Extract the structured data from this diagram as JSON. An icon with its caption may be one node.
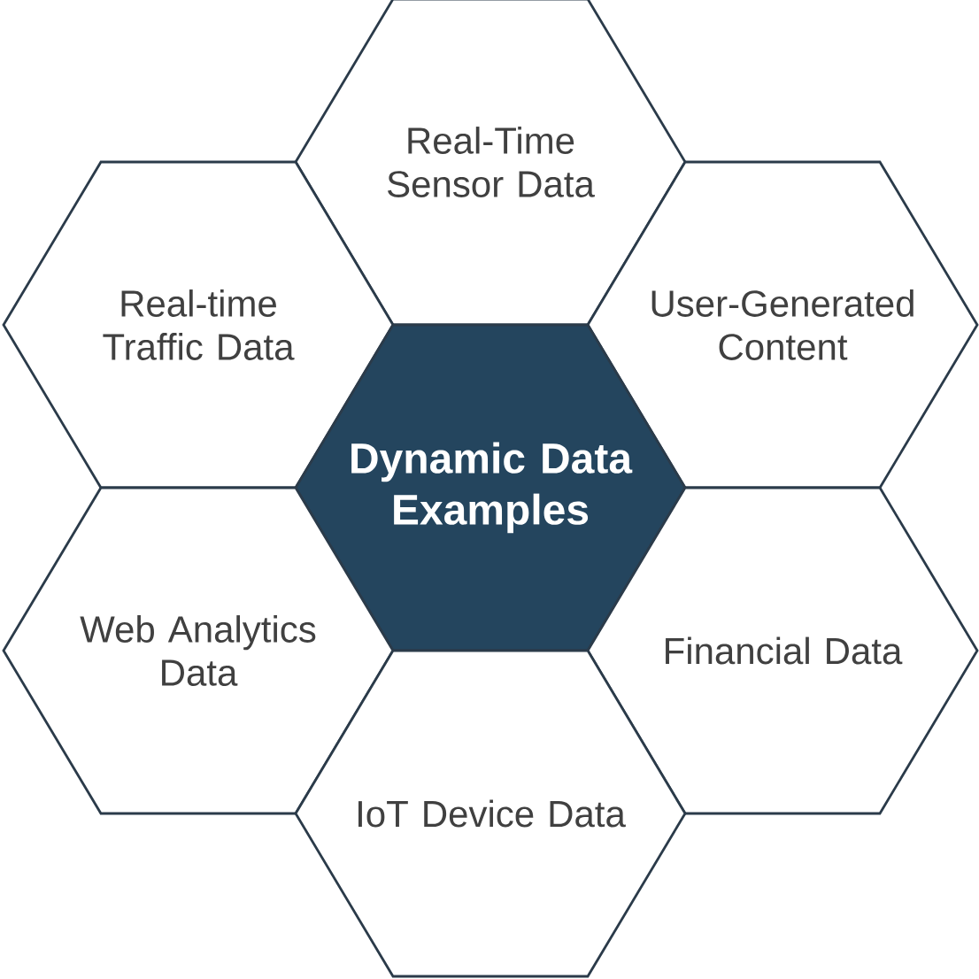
{
  "diagram": {
    "nodes": [
      {
        "text": [
          "Real-Time Sensor Data"
        ]
      },
      {
        "text": [
          "Real-time Traffic Data"
        ]
      },
      {
        "text": [
          "User-Generated Content"
        ]
      },
      {
        "text": [
          "Dynamic Data Examples"
        ]
      },
      {
        "text": [
          "Web Analytics Data"
        ]
      },
      {
        "text": [
          "Financial Data"
        ]
      },
      {
        "text": [
          "IoT Device Data"
        ]
      }
    ]
  }
}
